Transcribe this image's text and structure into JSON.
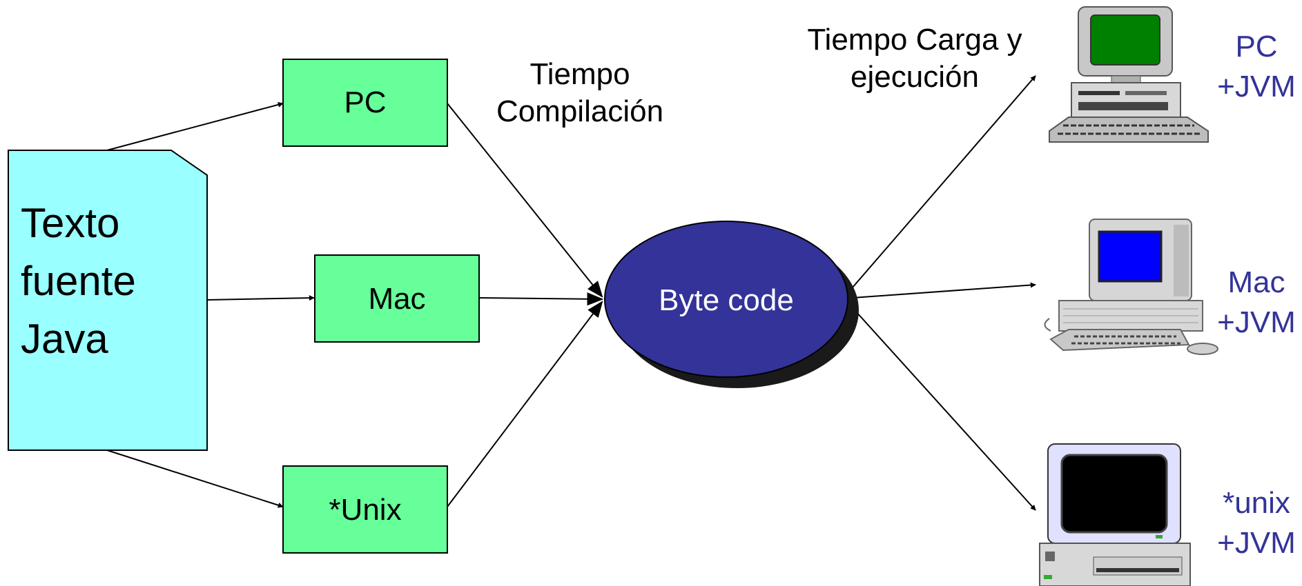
{
  "source": {
    "line1": "Texto",
    "line2": "fuente",
    "line3": "Java"
  },
  "compilers": {
    "pc": "PC",
    "mac": "Mac",
    "unix": "*Unix"
  },
  "labels": {
    "compile_time_1": "Tiempo",
    "compile_time_2": "Compilación",
    "load_time_1": "Tiempo Carga y",
    "load_time_2": "ejecución"
  },
  "bytecode": "Byte code",
  "targets": {
    "pc_1": "PC",
    "pc_2": "+JVM",
    "mac_1": "Mac",
    "mac_2": "+JVM",
    "unix_1": "*unix",
    "unix_2": "+JVM"
  },
  "colors": {
    "source_fill": "#99FFFF",
    "box_fill": "#66FF99",
    "ellipse_fill": "#333399",
    "ellipse_shadow": "#1a1a1a",
    "target_text": "#333399",
    "pc_screen": "#008000",
    "mac_screen": "#0000FF",
    "unix_screen": "#000000"
  }
}
